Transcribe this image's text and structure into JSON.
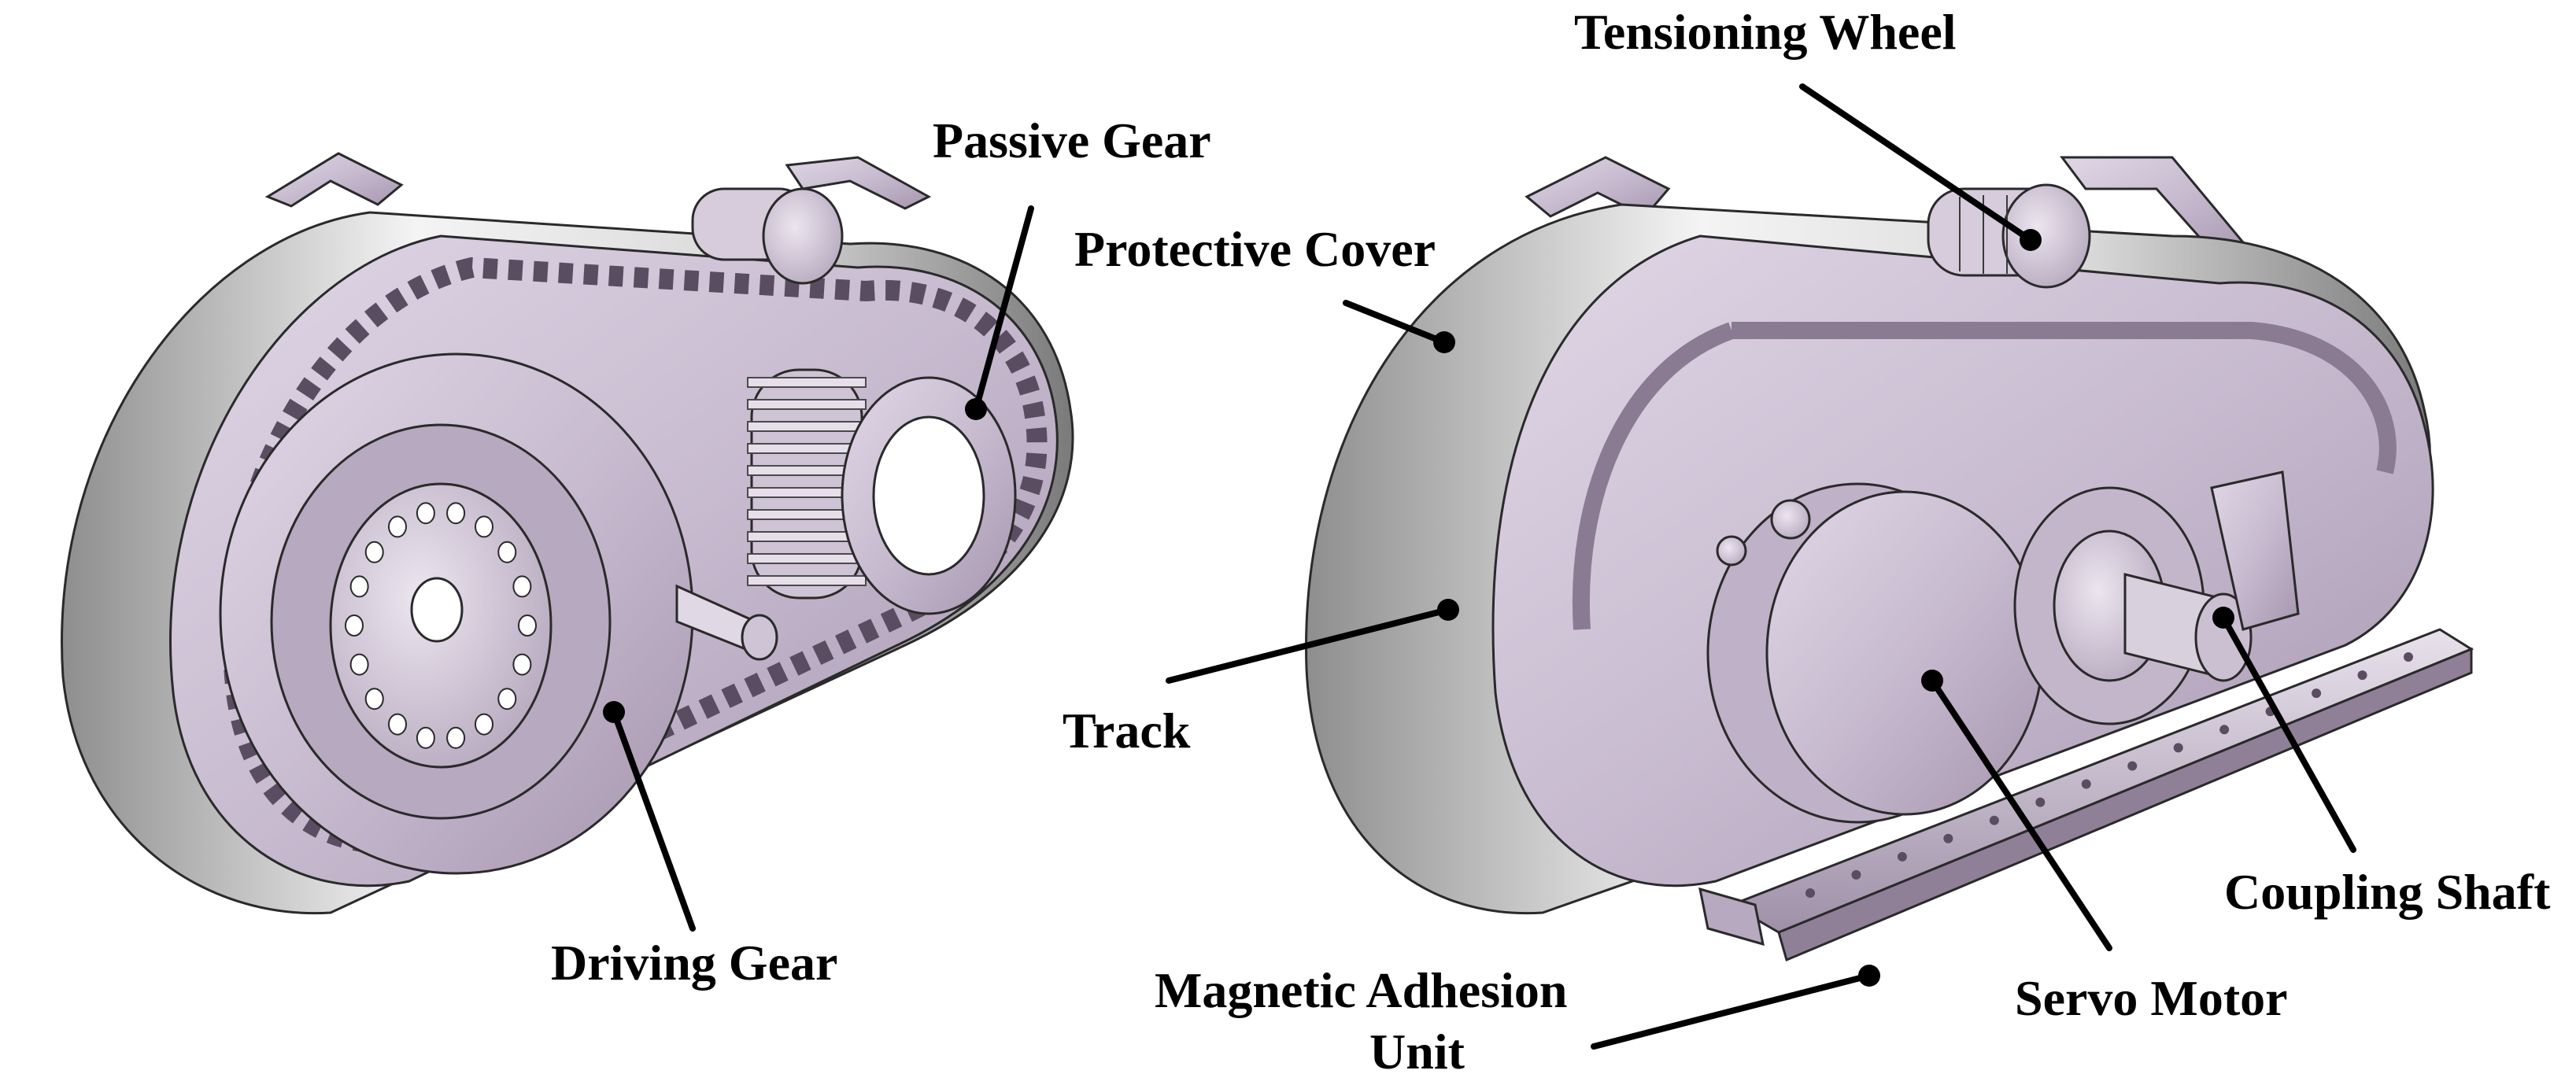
{
  "labels": {
    "passive_gear": "Passive Gear",
    "driving_gear": "Driving Gear",
    "tensioning_wheel": "Tensioning Wheel",
    "protective_cover": "Protective Cover",
    "track": "Track",
    "coupling_shaft": "Coupling Shaft",
    "servo_motor": "Servo Motor",
    "magnetic_adhesion_line1": "Magnetic Adhesion",
    "magnetic_adhesion_line2": "Unit"
  },
  "colors": {
    "part_fill": "#c9bcd0",
    "part_fill_dark": "#a99bb1",
    "part_fill_light": "#e2dae6",
    "rim_light": "#f2f2f2",
    "rim_dark": "#9a9a9a",
    "label": "#000000"
  }
}
